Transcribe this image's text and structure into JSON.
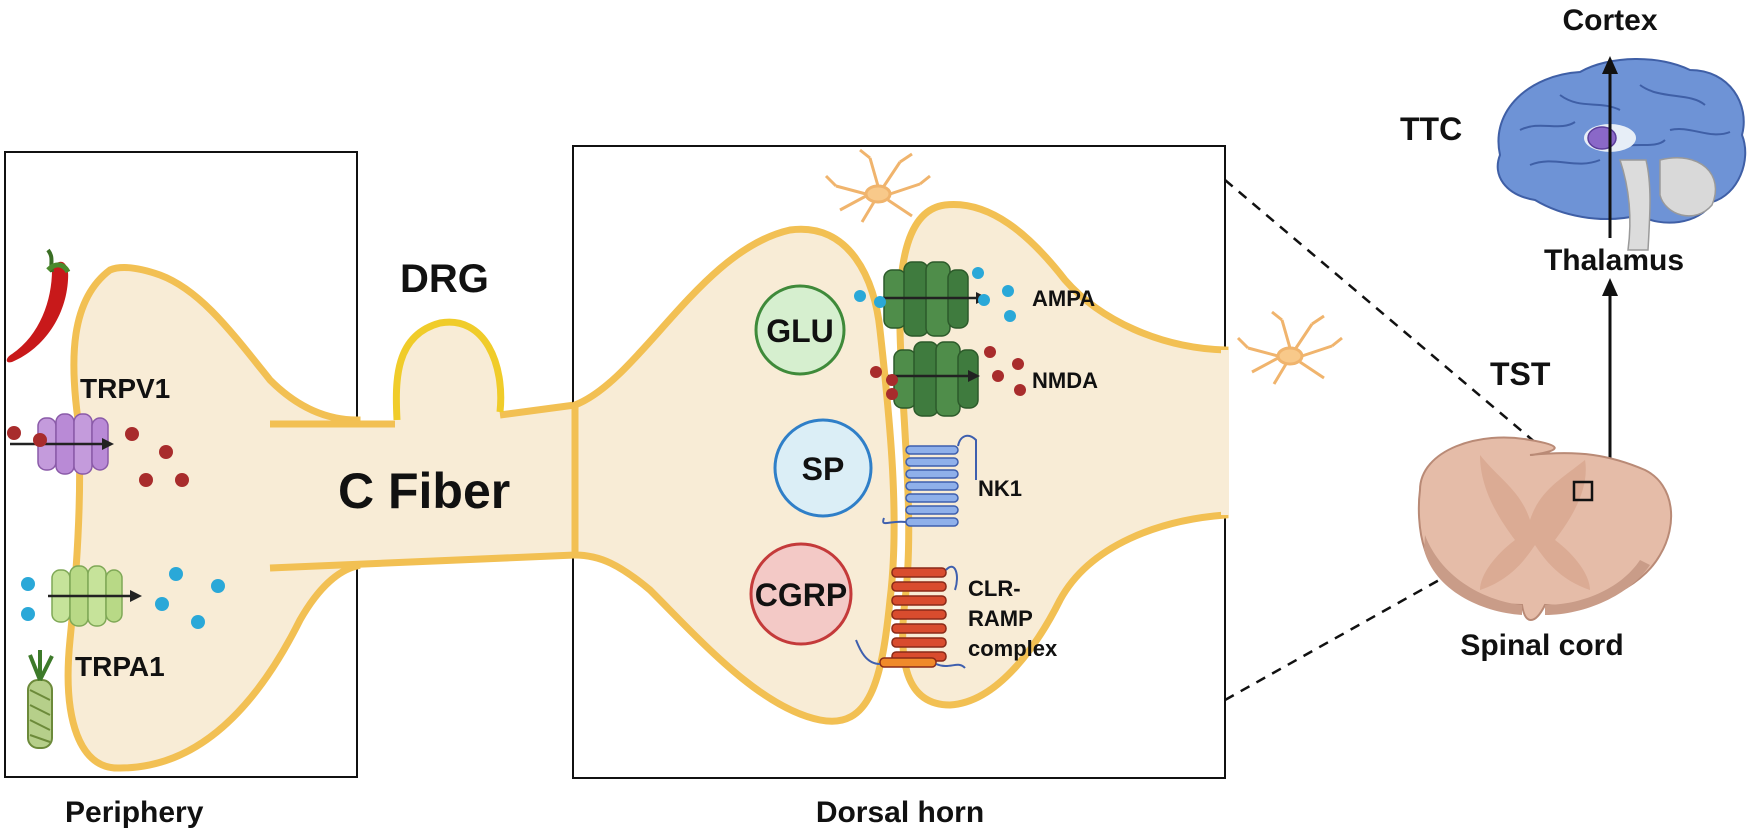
{
  "labels": {
    "periphery": "Periphery",
    "dorsal_horn": "Dorsal horn",
    "drg": "DRG",
    "c_fiber": "C Fiber",
    "trpv1": "TRPV1",
    "trpa1": "TRPA1",
    "glu": "GLU",
    "sp": "SP",
    "cgrp": "CGRP",
    "ampa": "AMPA",
    "nmda": "NMDA",
    "nk1": "NK1",
    "clr_line1": "CLR-",
    "clr_line2": "RAMP",
    "clr_line3": "complex",
    "cortex": "Cortex",
    "ttc": "TTC",
    "thalamus": "Thalamus",
    "tst": "TST",
    "spinal_cord": "Spinal cord"
  },
  "colors": {
    "membrane": "#f2c053",
    "cytoplasm": "#f8ecd6",
    "drg_outline": "#f0cc2a",
    "red_molecule": "#a82c2c",
    "blue_molecule": "#2aa8d8",
    "trpv1_channel": "#c49bdc",
    "trpa1_channel": "#c6e39a",
    "glutamate_receptor": "#3f7b3e",
    "glu_vesicle": "#d6efcf",
    "sp_vesicle": "#dbeef6",
    "cgrp_vesicle": "#f3c9c6",
    "nk1_receptor": "#6d8fd4",
    "clr_receptor": "#d94c2e",
    "brain": "#6e93d6",
    "spinal_cord": "#e5bca8",
    "astrocyte": "#f0b46d"
  },
  "icons": [
    "chili-pepper-icon",
    "wasabi-icon",
    "astrocyte-icon",
    "brain-icon",
    "spinal-cord-icon"
  ]
}
